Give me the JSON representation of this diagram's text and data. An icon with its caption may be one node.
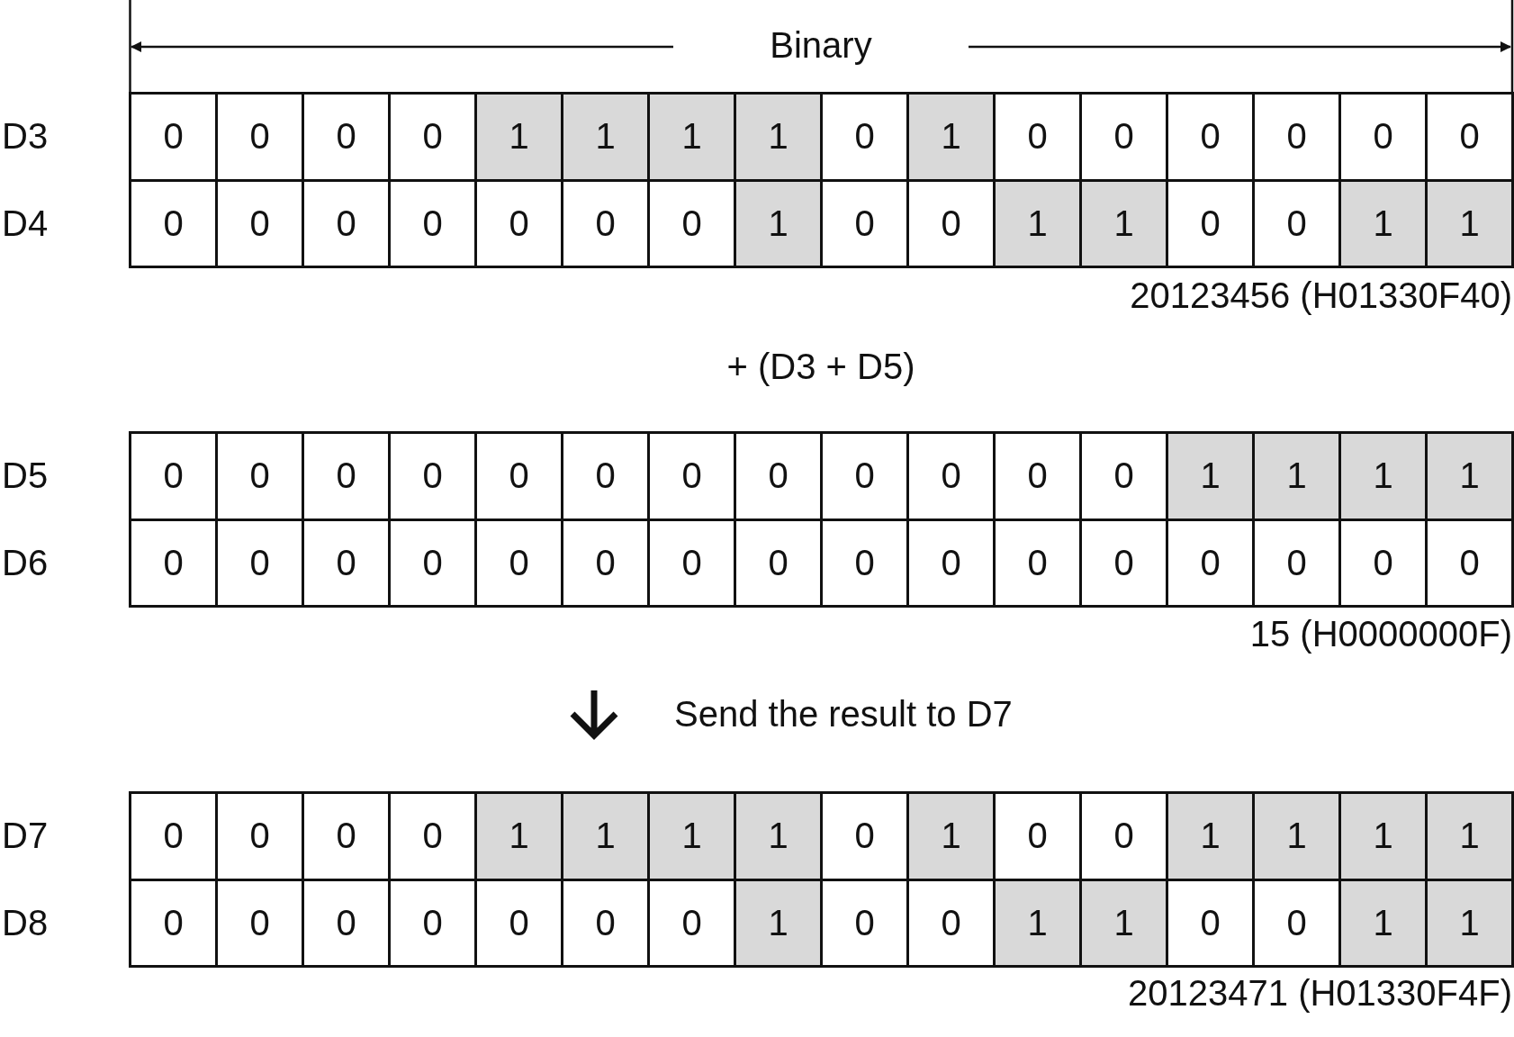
{
  "diagram": {
    "labels": [
      "Binary",
      "D3",
      "0",
      "0",
      "0",
      "0",
      "1",
      "1",
      "1",
      "1",
      "0",
      "1",
      "0",
      "0",
      "0",
      "0",
      "0",
      "0",
      "D4",
      "0",
      "0",
      "0",
      "0",
      "0",
      "0",
      "0",
      "1",
      "0",
      "0",
      "1",
      "1",
      "0",
      "0",
      "1",
      "1",
      "20123456 (H01330F40)",
      "+ (D3 + D5)",
      "D5",
      "0",
      "0",
      "0",
      "0",
      "0",
      "0",
      "0",
      "0",
      "0",
      "0",
      "0",
      "0",
      "1",
      "1",
      "1",
      "1",
      "D6",
      "0",
      "0",
      "0",
      "0",
      "0",
      "0",
      "0",
      "0",
      "0",
      "0",
      "0",
      "0",
      "0",
      "0",
      "0",
      "0",
      "15 (H0000000F)",
      "Send the result to D7",
      "D7",
      "0",
      "0",
      "0",
      "0",
      "1",
      "1",
      "1",
      "1",
      "0",
      "1",
      "0",
      "0",
      "1",
      "1",
      "1",
      "1",
      "D8",
      "0",
      "0",
      "0",
      "0",
      "0",
      "0",
      "0",
      "1",
      "0",
      "0",
      "1",
      "1",
      "0",
      "0",
      "1",
      "1",
      "20123471 (H01330F4F)"
    ]
  }
}
